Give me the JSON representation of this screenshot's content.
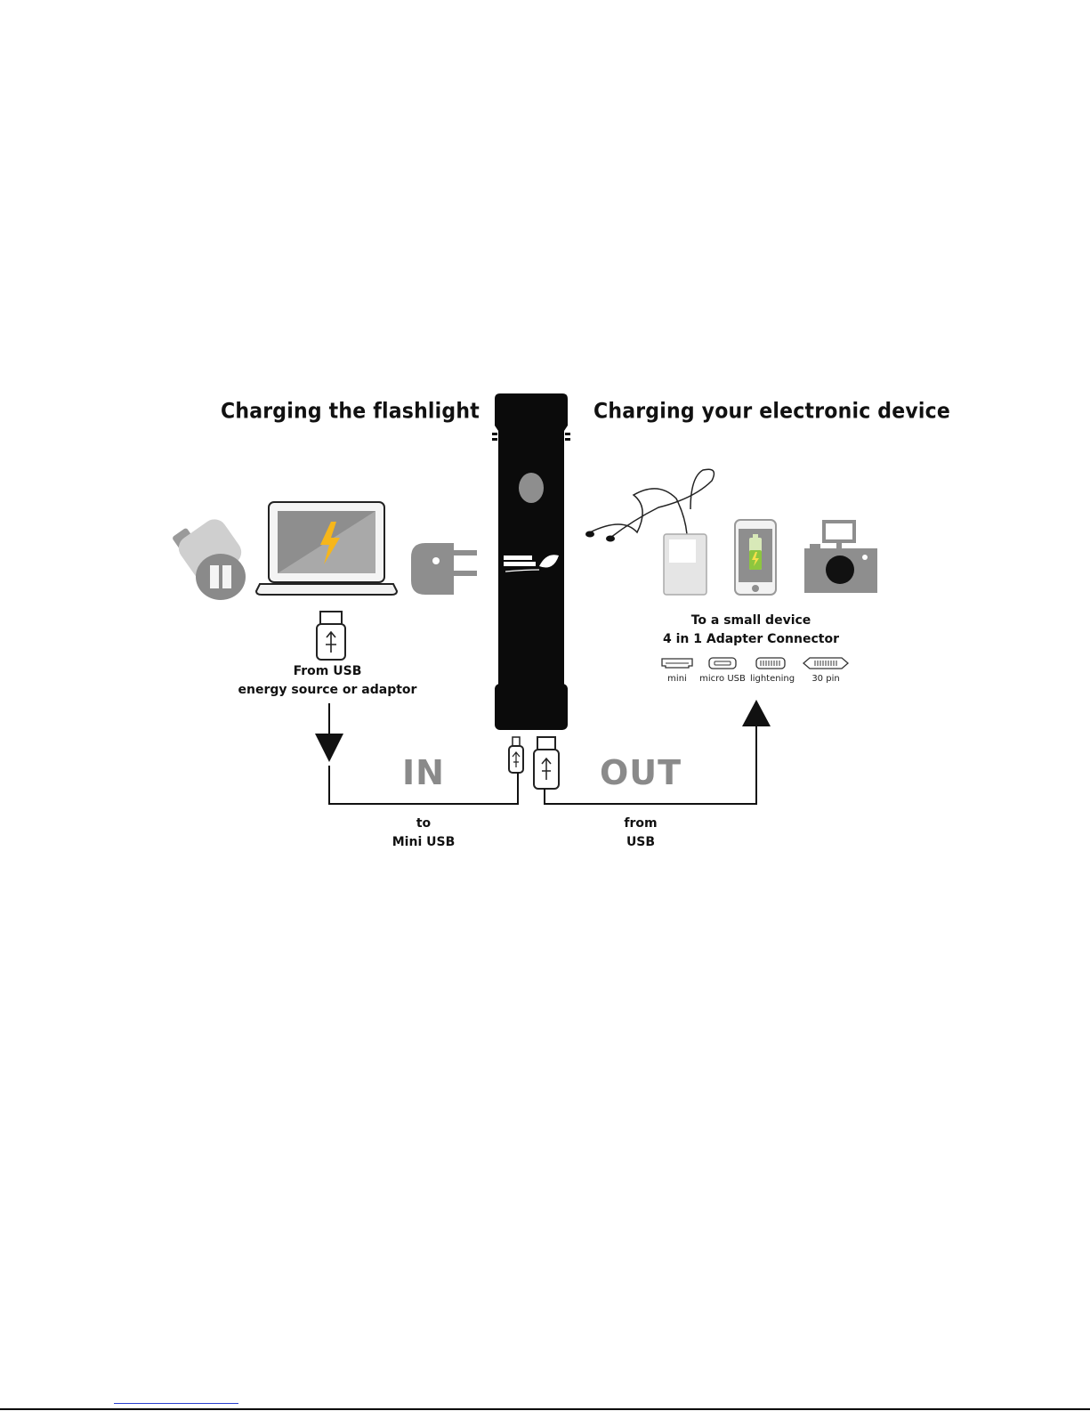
{
  "left_section": {
    "title": "Charging the flashlight",
    "source_line1": "From USB",
    "source_line2": "energy source or adaptor",
    "in_label": "IN",
    "to_line1": "to",
    "to_line2": "Mini USB"
  },
  "right_section": {
    "title": "Charging your electronic device",
    "device_line1": "To a small device",
    "device_line2": "4 in 1 Adapter Connector",
    "out_label": "OUT",
    "from_line1": "from",
    "from_line2": "USB",
    "connectors": [
      {
        "label": "mini"
      },
      {
        "label": "micro USB"
      },
      {
        "label": "lightening"
      },
      {
        "label": "30 pin"
      }
    ]
  },
  "colors": {
    "flashlight": "#0b0b0b",
    "device_gray": "#8e8e8e",
    "light_gray": "#d9d9d9",
    "label_gray": "#8a8a8a",
    "battery_green": "#8dc63f",
    "bolt_yellow": "#f6b61b"
  }
}
